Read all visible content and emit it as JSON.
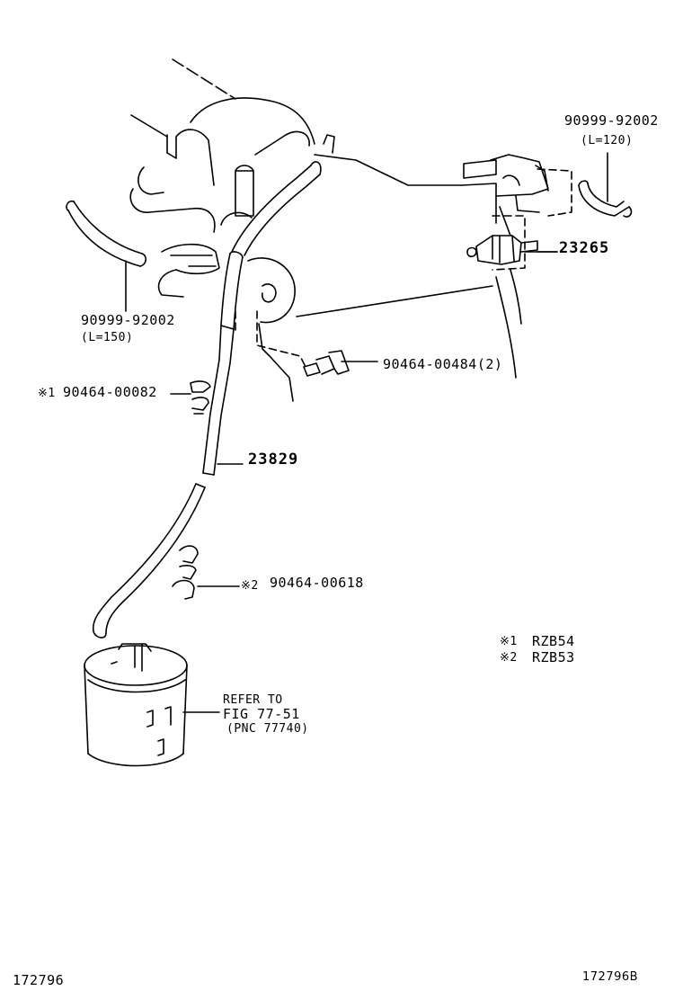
{
  "diagram_id_left": "172796",
  "diagram_id_right": "172796B",
  "legend": [
    {
      "mark": "※1",
      "model": "RZB54"
    },
    {
      "mark": "※2",
      "model": "RZB53"
    }
  ],
  "parts": {
    "hose_top": {
      "number": "90999-92002",
      "length": "(L=120)"
    },
    "vsv": {
      "number": "23265"
    },
    "hose_left": {
      "number": "90999-92002",
      "length": "(L=150)"
    },
    "connector": {
      "number": "90464-00484(2)"
    },
    "clamp_1": {
      "mark": "※1",
      "number": "90464-00082"
    },
    "fuel_hose": {
      "number": "23829"
    },
    "clamp_2": {
      "mark": "※2",
      "number": "90464-00618"
    }
  },
  "reference": {
    "line1": "REFER TO",
    "line2": "FIG 77-51",
    "line3": "(PNC 77740)"
  }
}
